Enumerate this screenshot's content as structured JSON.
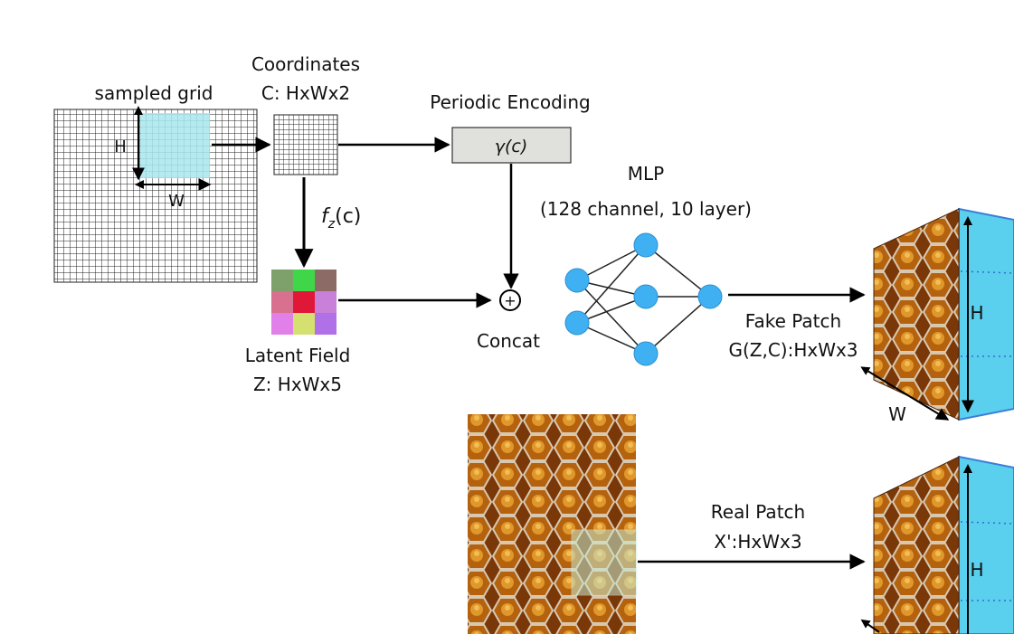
{
  "labels": {
    "sampled_grid": "sampled grid",
    "grid_h": "H",
    "grid_w": "W",
    "coordinates_title": "Coordinates",
    "coordinates_shape": "C: HxWx2",
    "periodic_encoding": "Periodic Encoding",
    "gamma_fn": "γ(c)",
    "fz_label": "f",
    "fz_sub": "z",
    "fz_arg": "(c)",
    "latent_title": "Latent Field",
    "latent_shape": "Z: HxWx5",
    "concat": "Concat",
    "concat_symbol": "+",
    "mlp_title": "MLP",
    "mlp_config": "(128 channel, 10 layer)",
    "fake_patch_title": "Fake Patch",
    "fake_patch_shape": "G(Z,C):HxWx3",
    "fake_cube_h": "H",
    "fake_cube_w": "W",
    "real_patch_title": "Real Patch",
    "real_patch_shape": "X':HxWx3",
    "real_cube_h": "H"
  },
  "colors": {
    "crop_highlight": "#a8e6ee",
    "node_fill": "#3fb0f2",
    "encoding_box": "#e0e0dc",
    "cube_side": "#5ad0ee",
    "honey_dark": "#6a2d06",
    "honey_light": "#e69a2c"
  }
}
